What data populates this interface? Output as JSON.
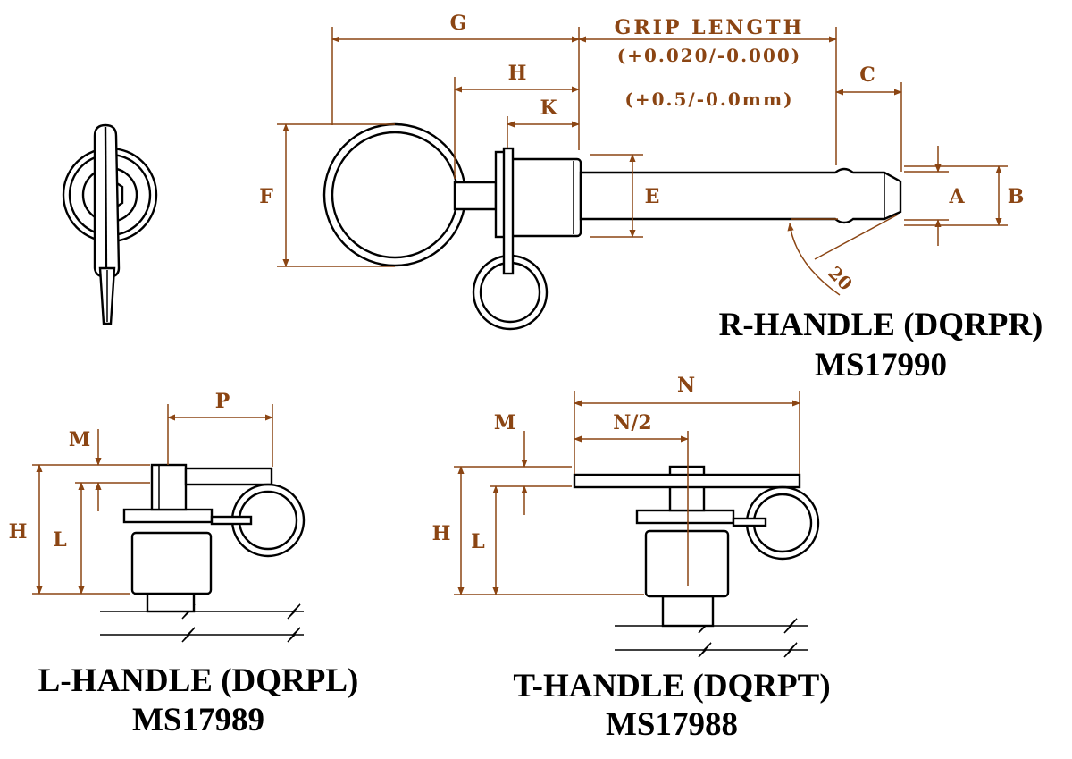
{
  "colors": {
    "dimension": "#8B4513",
    "line": "#000000",
    "background": "#ffffff"
  },
  "r_handle": {
    "dims": {
      "g": "G",
      "grip": "GRIP LENGTH",
      "tol_in": "(+0.020/-0.000)",
      "tol_mm": "(+0.5/-0.0mm)",
      "h": "H",
      "k": "K",
      "c": "C",
      "f": "F",
      "e": "E",
      "a": "A",
      "b": "B",
      "angle": "20"
    },
    "title": "R-HANDLE (DQRPR)",
    "part": "MS17990"
  },
  "l_handle": {
    "dims": {
      "p": "P",
      "m": "M",
      "h": "H",
      "l": "L"
    },
    "title": "L-HANDLE (DQRPL)",
    "part": "MS17989"
  },
  "t_handle": {
    "dims": {
      "n": "N",
      "n2": "N/2",
      "m": "M",
      "h": "H",
      "l": "L"
    },
    "title": "T-HANDLE (DQRPT)",
    "part": "MS17988"
  }
}
